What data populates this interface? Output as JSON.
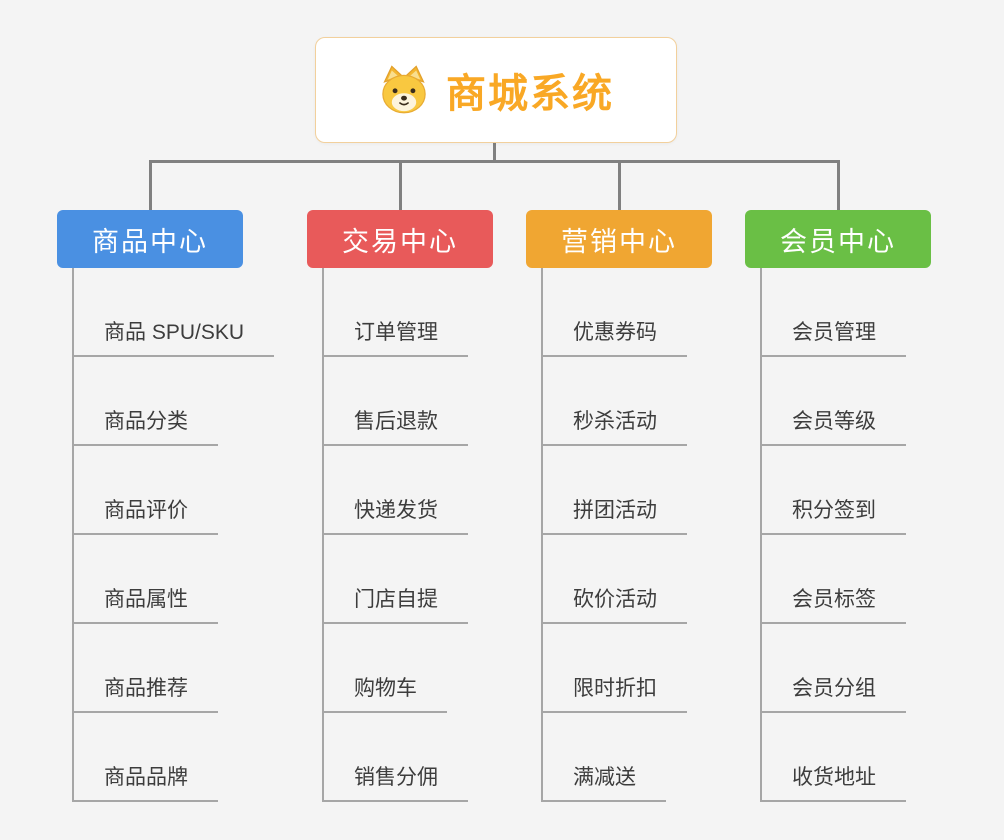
{
  "root": {
    "title": "商城系统",
    "icon": "shiba-dog-icon",
    "title_color": "#f9a825"
  },
  "branches": [
    {
      "label": "商品中心",
      "color": "#4a90e2",
      "children": [
        "商品 SPU/SKU",
        "商品分类",
        "商品评价",
        "商品属性",
        "商品推荐",
        "商品品牌"
      ]
    },
    {
      "label": "交易中心",
      "color": "#e85a5a",
      "children": [
        "订单管理",
        "售后退款",
        "快递发货",
        "门店自提",
        "购物车",
        "销售分佣"
      ]
    },
    {
      "label": "营销中心",
      "color": "#f0a632",
      "children": [
        "优惠券码",
        "秒杀活动",
        "拼团活动",
        "砍价活动",
        "限时折扣",
        "满减送"
      ]
    },
    {
      "label": "会员中心",
      "color": "#6abf45",
      "children": [
        "会员管理",
        "会员等级",
        "积分签到",
        "会员标签",
        "会员分组",
        "收货地址"
      ]
    }
  ]
}
